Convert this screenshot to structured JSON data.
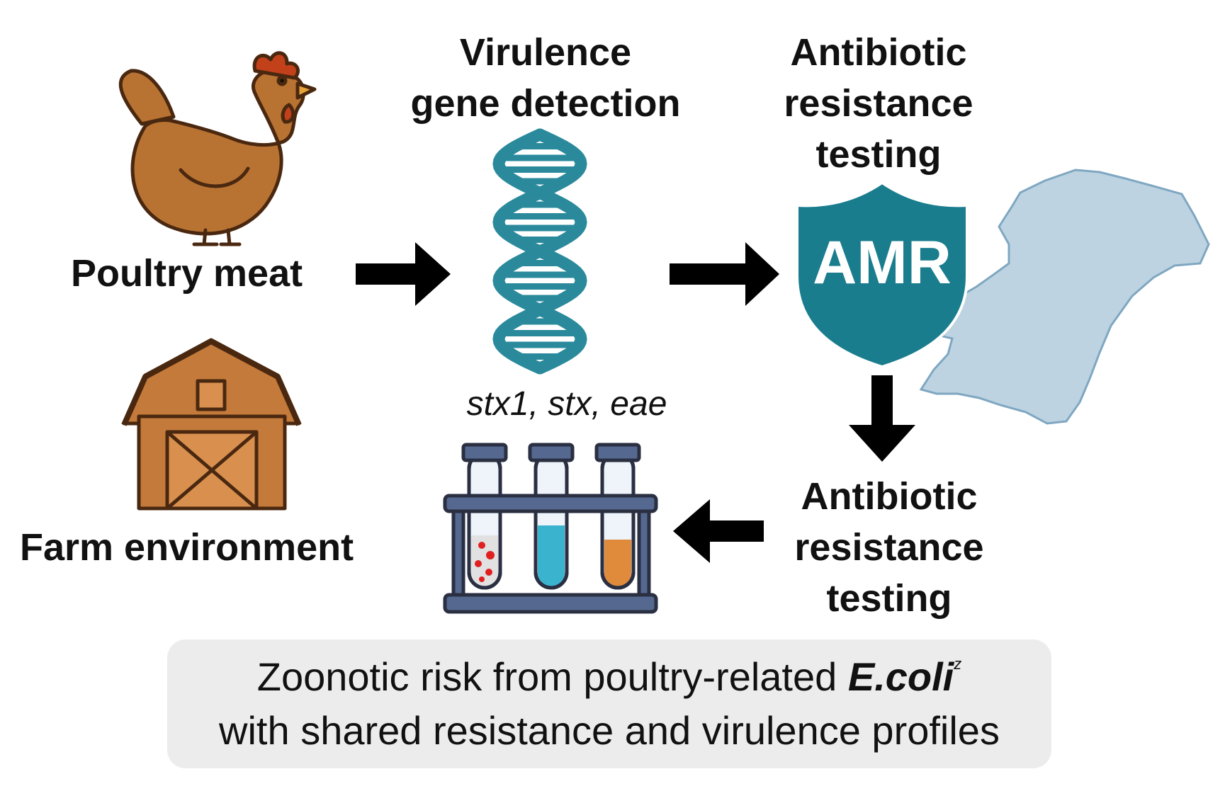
{
  "nodes": {
    "poultry_meat": "Poultry meat",
    "farm_environment": "Farm environment",
    "virulence_line1": "Virulence",
    "virulence_line2": "gene detection",
    "resistance_top_line1": "Antibiotic",
    "resistance_top_line2": "resistance",
    "resistance_top_line3": "testing",
    "resistance_bottom_line1": "Antibiotic",
    "resistance_bottom_line2": "resistance",
    "resistance_bottom_line3": "testing",
    "genes": "stx1, stx, eae",
    "shield_text": "AMR"
  },
  "summary": {
    "line1_prefix": "Zoonotic risk from poultry-related ",
    "organism": "E.coli",
    "superscript": "z",
    "line2": "with shared resistance and virulence profiles"
  },
  "colors": {
    "hen": "#b87333",
    "barn": "#c47a3a",
    "dna": "#2a8a9c",
    "shield": "#1a7d8e",
    "map": "#bdd3e1",
    "arrow": "#000000",
    "tube_blue": "#3ab3cf",
    "tube_orange": "#e08a3c",
    "summary_bg": "#ececec"
  },
  "icons": [
    "hen-icon",
    "barn-icon",
    "dna-helix-icon",
    "amr-shield-icon",
    "pakistan-map-icon",
    "test-tube-rack-icon"
  ]
}
